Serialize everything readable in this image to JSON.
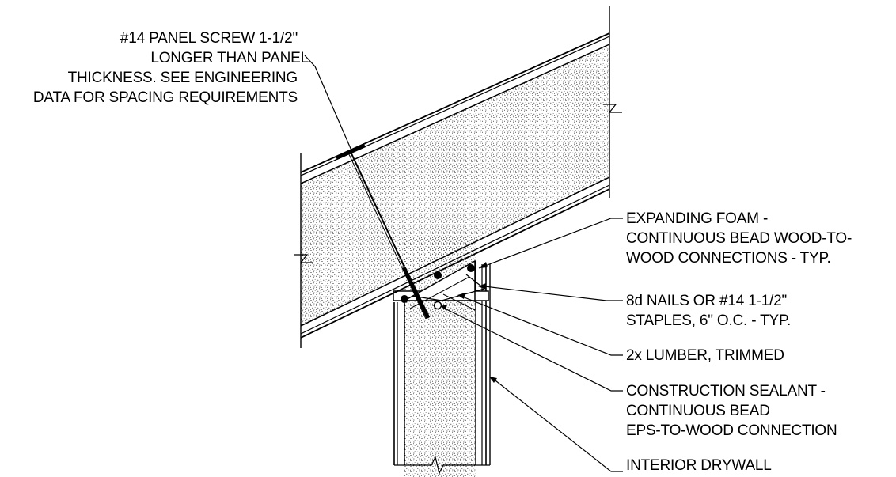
{
  "colors": {
    "ink": "#000000",
    "paper": "#ffffff",
    "foam_stipple": "#000000"
  },
  "callouts": {
    "panel_screw": [
      "#14 PANEL SCREW 1-1/2\"",
      "LONGER THAN PANEL",
      "THICKNESS.  SEE ENGINEERING",
      "DATA FOR SPACING REQUIREMENTS"
    ],
    "expanding_foam": [
      "EXPANDING FOAM -",
      "CONTINUOUS BEAD WOOD-TO-",
      "WOOD CONNECTIONS - TYP."
    ],
    "nails": [
      "8d NAILS OR #14  1-1/2\"",
      "STAPLES, 6\" O.C. - TYP."
    ],
    "lumber": [
      "2x LUMBER, TRIMMED"
    ],
    "sealant": [
      "CONSTRUCTION SEALANT -",
      "CONTINUOUS BEAD",
      "EPS-TO-WOOD CONNECTION"
    ],
    "drywall": [
      "INTERIOR DRYWALL"
    ]
  }
}
